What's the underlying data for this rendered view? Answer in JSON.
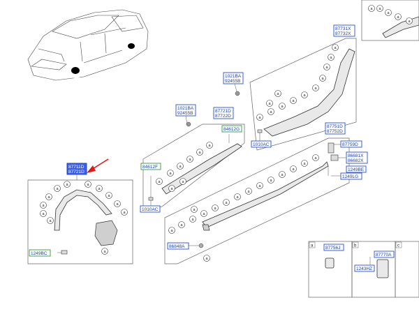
{
  "parts": {
    "p87711": [
      "87711D",
      "87721D"
    ],
    "p1249b": "1249BC",
    "p84612f": "84612F",
    "p1010a_1": "1010AC",
    "p1021ba_1": [
      "1021BA",
      "92455B"
    ],
    "p87721": [
      "87721D",
      "87722D"
    ],
    "p84612g": "84612G",
    "p1021ba_2": [
      "1021BA",
      "92455B"
    ],
    "p87731": [
      "87731X",
      "87732X"
    ],
    "p1010a_2": "1010AC",
    "p87751": [
      "87751D",
      "87752D"
    ],
    "p87759": "87759D",
    "p86681": [
      "86681X",
      "86682X"
    ],
    "p1249a": "1249BE",
    "p1249l": "1249LG",
    "p86848": "86848A",
    "p87756": "87756J",
    "p87770": "87770A",
    "p1243h": "1243HZ"
  },
  "callout_letter": "a",
  "panel_letters": [
    "a",
    "b",
    "c"
  ]
}
